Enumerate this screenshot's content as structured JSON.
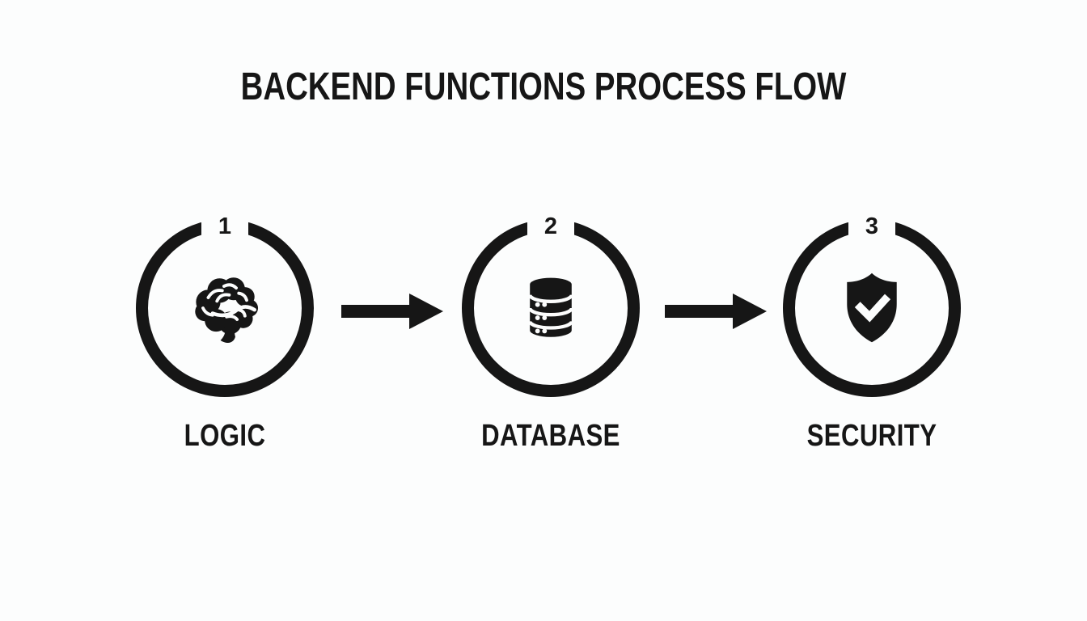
{
  "title": "BACKEND FUNCTIONS PROCESS FLOW",
  "colors": {
    "background": "#fcfdfd",
    "ink": "#161616"
  },
  "steps": [
    {
      "number": "1",
      "label": "LOGIC",
      "icon": "brain-icon"
    },
    {
      "number": "2",
      "label": "DATABASE",
      "icon": "database-icon"
    },
    {
      "number": "3",
      "label": "SECURITY",
      "icon": "shield-check-icon"
    }
  ],
  "connectors": [
    {
      "type": "arrow-right"
    },
    {
      "type": "arrow-right"
    }
  ]
}
